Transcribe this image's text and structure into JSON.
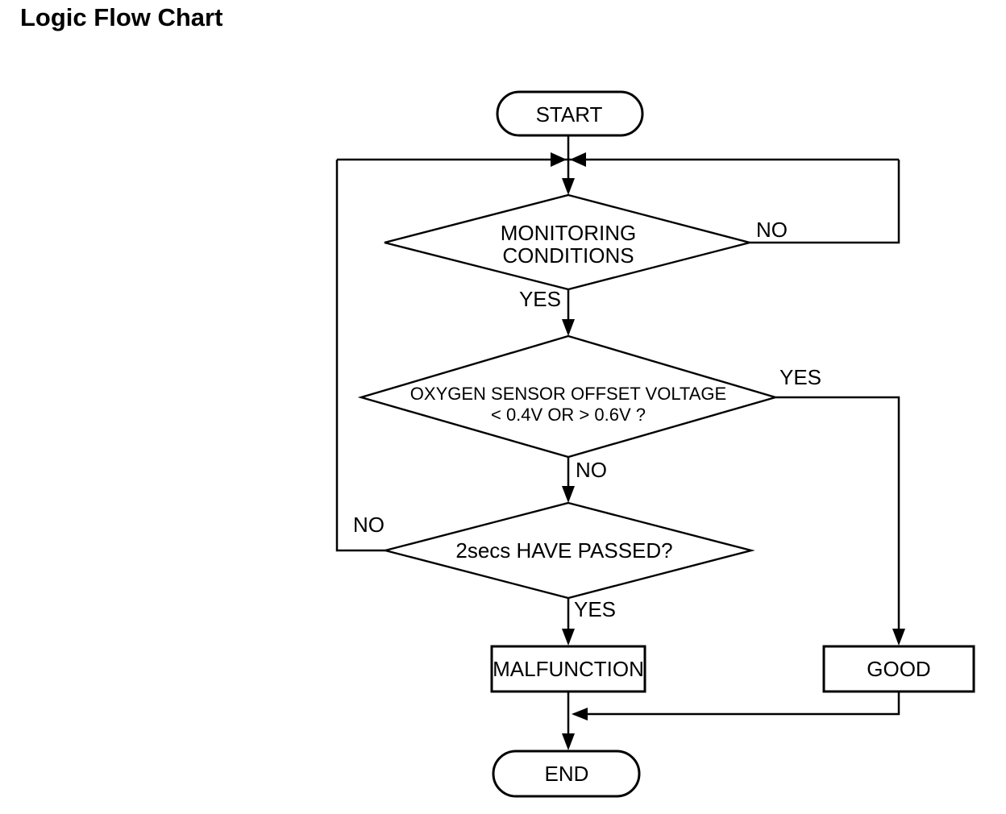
{
  "title": "Logic Flow Chart",
  "nodes": {
    "start": {
      "label": "START"
    },
    "monitoring": {
      "line1": "MONITORING",
      "line2": "CONDITIONS"
    },
    "oxygen": {
      "line1": "OXYGEN SENSOR OFFSET VOLTAGE",
      "line2": "< 0.4V OR > 0.6V ?"
    },
    "passed": {
      "label": "2secs HAVE PASSED?"
    },
    "malfunction": {
      "label": "MALFUNCTION"
    },
    "good": {
      "label": "GOOD"
    },
    "end": {
      "label": "END"
    }
  },
  "edges": {
    "monitoring_no": "NO",
    "monitoring_yes": "YES",
    "oxygen_yes": "YES",
    "oxygen_no": "NO",
    "passed_no": "NO",
    "passed_yes": "YES"
  },
  "colors": {
    "line": "#000000",
    "background": "#ffffff",
    "text": "#000000"
  }
}
